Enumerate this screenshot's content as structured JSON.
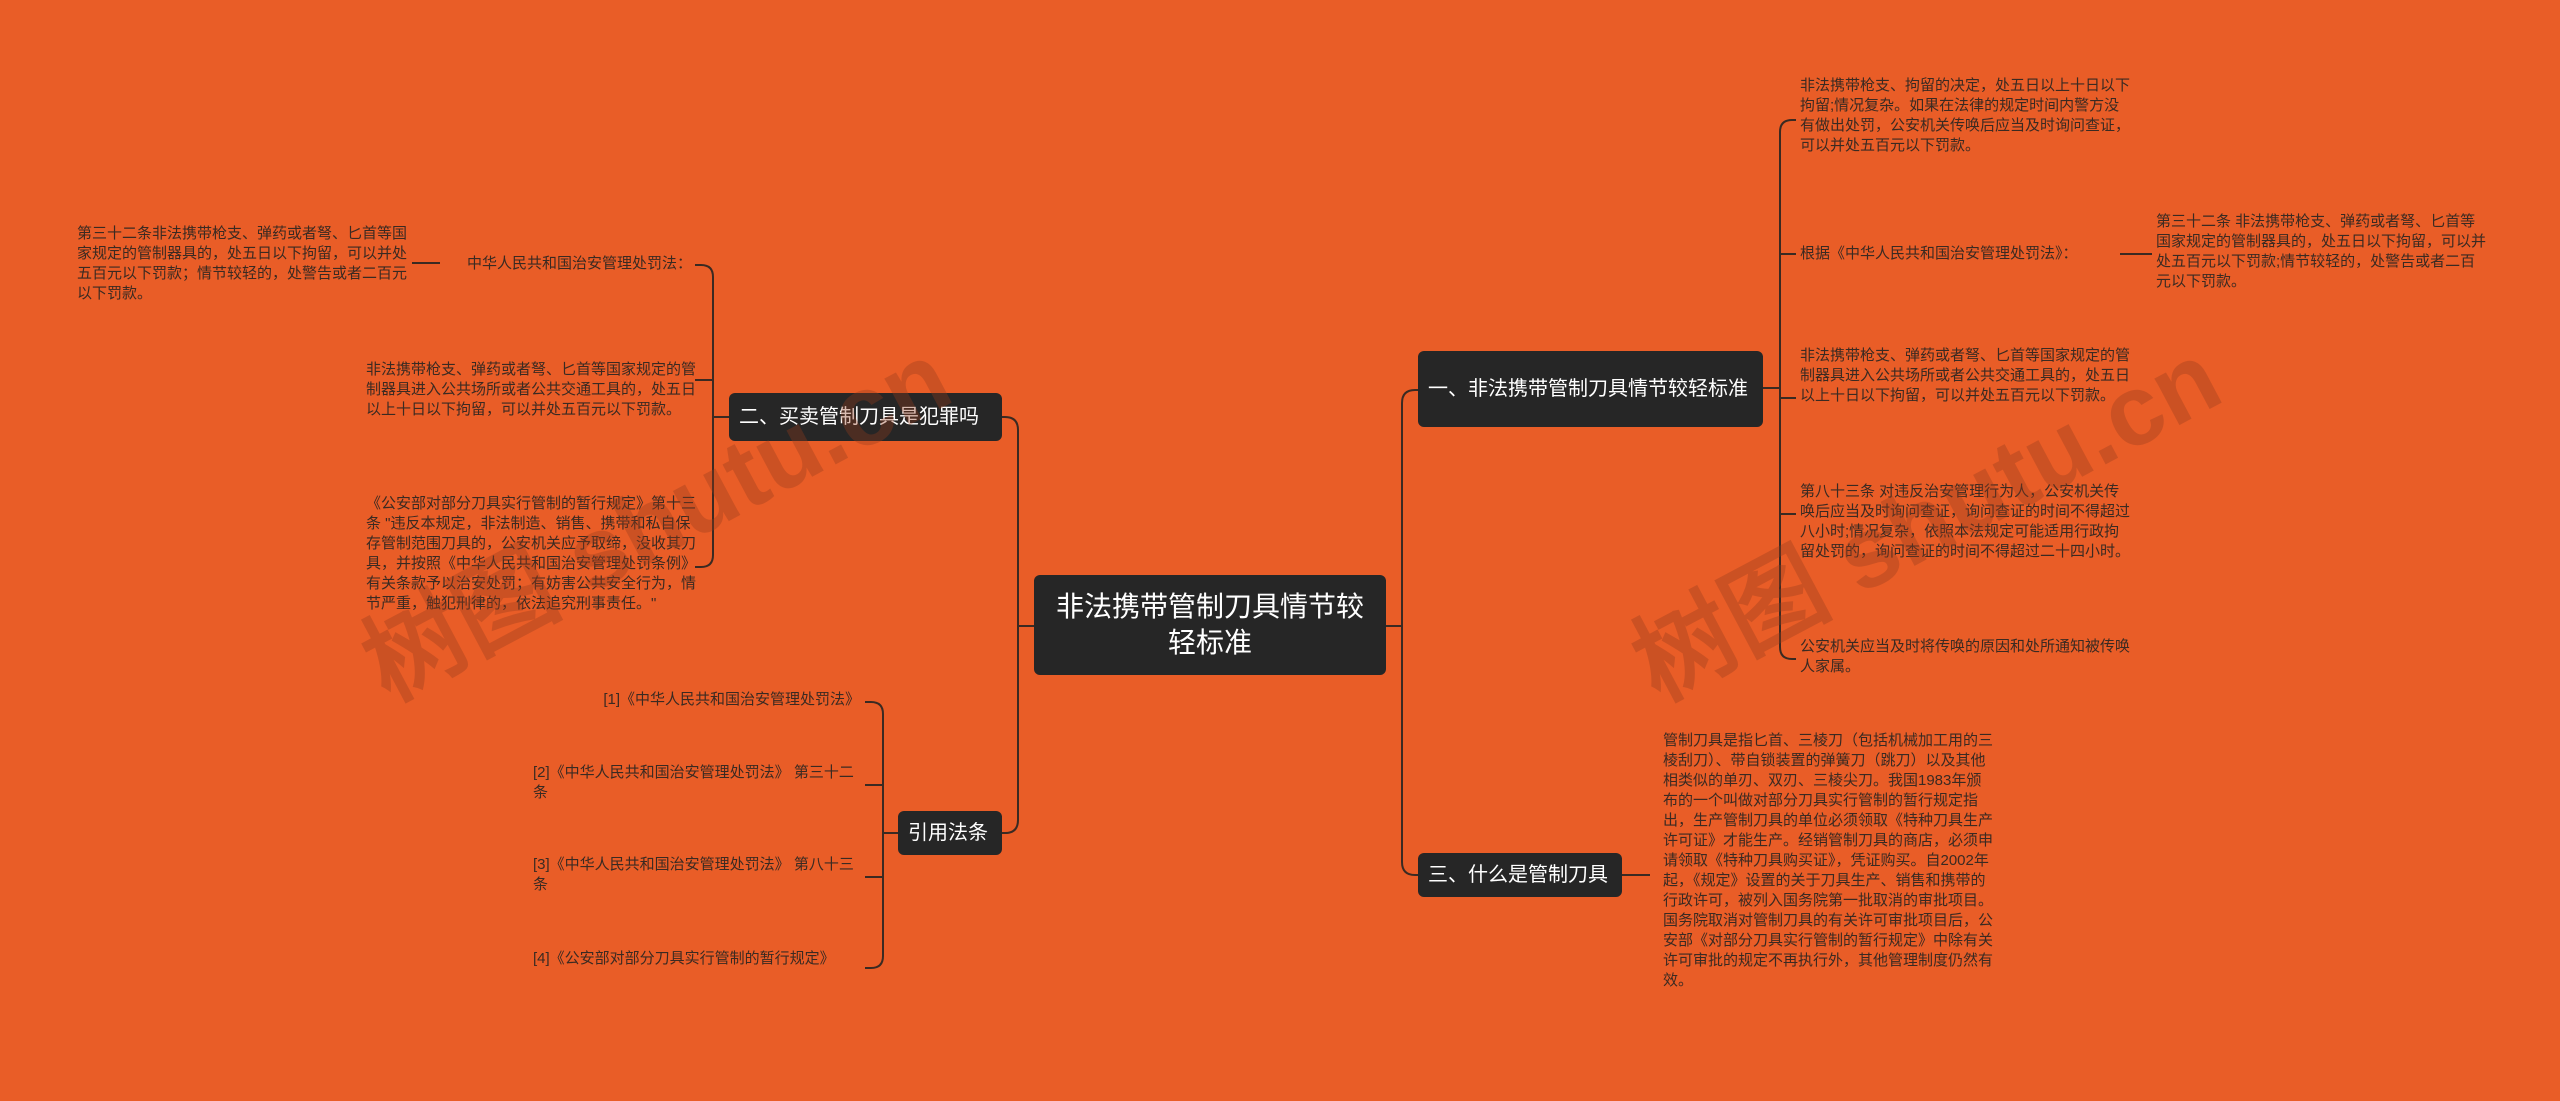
{
  "root": {
    "label": "非法携带管制刀具情节较轻标准"
  },
  "branches": {
    "b1": {
      "label": "一、非法携带管制刀具情节较轻标准"
    },
    "b2": {
      "label": "二、买卖管制刀具是犯罪吗"
    },
    "b3": {
      "label": "三、什么是管制刀具"
    },
    "b4": {
      "label": "引用法条"
    }
  },
  "b1_items": {
    "detention": "非法携带枪支、拘留的决定，处五日以上十日以下拘留;情况复杂。如果在法律的规定时间内警方没有做出处罚，公安机关传唤后应当及时询问查证，可以并处五百元以下罚款。",
    "basis": "根据《中华人民共和国治安管理处罚法》：",
    "basis_child": "第三十二条 非法携带枪支、弹药或者弩、匕首等国家规定的管制器具的，处五日以下拘留，可以并处五百元以下罚款;情节较轻的，处警告或者二百元以下罚款。",
    "public_place": "非法携带枪支、弹药或者弩、匕首等国家规定的管制器具进入公共场所或者公共交通工具的，处五日以上十日以下拘留，可以并处五百元以下罚款。",
    "art83": "第八十三条 对违反治安管理行为人，公安机关传唤后应当及时询问查证，询问查证的时间不得超过八小时;情况复杂，依照本法规定可能适用行政拘留处罚的，询问查证的时间不得超过二十四小时。",
    "notify": "公安机关应当及时将传唤的原因和处所通知被传唤人家属。"
  },
  "b2_items": {
    "law_ref": "中华人民共和国治安管理处罚法：",
    "law_ref_child": "第三十二条非法携带枪支、弹药或者弩、匕首等国家规定的管制器具的，处五日以下拘留，可以并处五百元以下罚款；情节较轻的，处警告或者二百元以下罚款。",
    "public_place": "非法携带枪支、弹药或者弩、匕首等国家规定的管制器具进入公共场所或者公共交通工具的，处五日以上十日以下拘留，可以并处五百元以下罚款。",
    "regulation": "《公安部对部分刀具实行管制的暂行规定》第十三条 \"违反本规定，非法制造、销售、携带和私自保存管制范围刀具的，公安机关应予取缔，没收其刀具，并按照《中华人民共和国治安管理处罚条例》有关条款予以治安处罚；有妨害公共安全行为，情节严重，触犯刑律的，依法追究刑事责任。\""
  },
  "b3_items": {
    "definition": "管制刀具是指匕首、三棱刀（包括机械加工用的三棱刮刀）、带自锁装置的弹簧刀（跳刀）以及其他相类似的单刃、双刃、三棱尖刀。我国1983年颁布的一个叫做对部分刀具实行管制的暂行规定指出，生产管制刀具的单位必须领取《特种刀具生产许可证》才能生产。经销管制刀具的商店，必须申请领取《特种刀具购买证》，凭证购买。自2002年起，《规定》设置的关于刀具生产、销售和携带的行政许可，被列入国务院第一批取消的审批项目。国务院取消对管制刀具的有关许可审批项目后，公安部《对部分刀具实行管制的暂行规定》中除有关许可审批的规定不再执行外，其他管理制度仍然有效。"
  },
  "b4_items": {
    "ref1": "[1]《中华人民共和国治安管理处罚法》",
    "ref2": "[2]《中华人民共和国治安管理处罚法》 第三十二条",
    "ref3": "[3]《中华人民共和国治安管理处罚法》 第八十三条",
    "ref4": "[4]《公安部对部分刀具实行管制的暂行规定》"
  },
  "watermarks": {
    "left": "树图 shutu.cn",
    "right": "树图 shutu.cn"
  },
  "colors": {
    "background": "#E95D27",
    "node": "#262626",
    "line": "#3a2a22"
  }
}
